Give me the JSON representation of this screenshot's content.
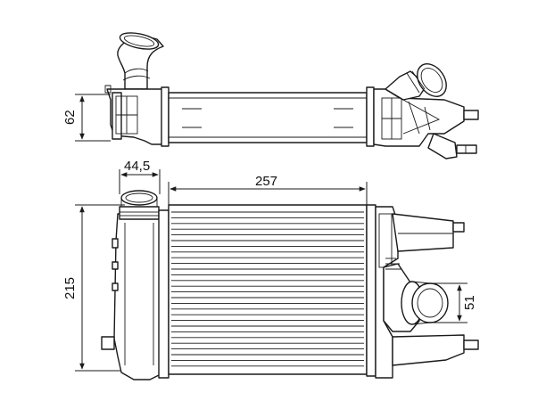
{
  "dimensions": {
    "top_view_height": "62",
    "inlet_diameter": "44,5",
    "core_width": "257",
    "overall_height": "215",
    "outlet_diameter": "51"
  }
}
